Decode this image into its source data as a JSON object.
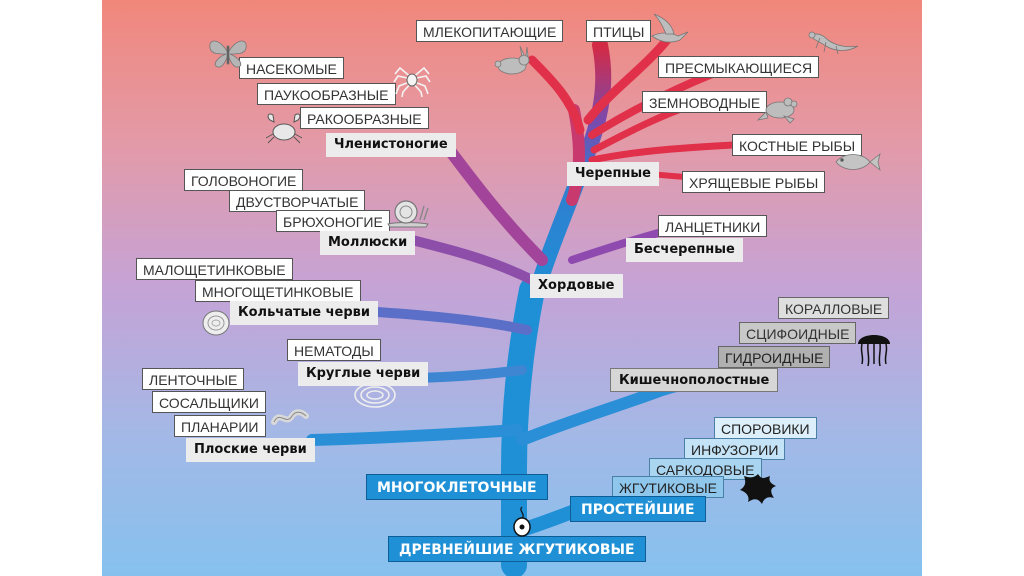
{
  "colors": {
    "bg_top": "#f1877b",
    "bg_bottom": "#86c1ee",
    "trunk_blue": "#1f8fd6",
    "branch_red": "#e8283e",
    "branch_purple": "#9b4aa6",
    "label_bg": "#ffffff"
  },
  "vertebrates": {
    "mammals": "МЛЕКОПИТАЮЩИЕ",
    "birds": "ПТИЦЫ",
    "reptiles": "ПРЕСМЫКАЮЩИЕСЯ",
    "amphibians": "ЗЕМНОВОДНЫЕ",
    "bony_fish": "КОСТНЫЕ РЫБЫ",
    "cartilaginous_fish": "ХРЯЩЕВЫЕ РЫБЫ",
    "group": "Черепные"
  },
  "acrania": {
    "lancelets": "ЛАНЦЕТНИКИ",
    "group": "Бесчерепные"
  },
  "chordates": {
    "group": "Хордовые"
  },
  "arthropods": {
    "insects": "НАСЕКОМЫЕ",
    "arachnids": "ПАУКООБРАЗНЫЕ",
    "crustaceans": "РАКООБРАЗНЫЕ",
    "group": "Членистоногие"
  },
  "molluscs": {
    "cephalopods": "ГОЛОВОНОГИЕ",
    "bivalves": "ДВУСТВОРЧАТЫЕ",
    "gastropods": "БРЮХОНОГИЕ",
    "group": "Моллюски"
  },
  "annelids": {
    "oligochaetes": "МАЛОЩЕТИНКОВЫЕ",
    "polychaetes": "МНОГОЩЕТИНКОВЫЕ",
    "group": "Кольчатые черви"
  },
  "roundworms": {
    "nematodes": "НЕМАТОДЫ",
    "group": "Круглые черви"
  },
  "flatworms": {
    "tapeworms": "ЛЕНТОЧНЫЕ",
    "flukes": "СОСАЛЬЩИКИ",
    "planarians": "ПЛАНАРИИ",
    "group": "Плоские черви"
  },
  "coelenterates": {
    "corals": "КОРАЛЛОВЫЕ",
    "scyphozoa": "СЦИФОИДНЫЕ",
    "hydrozoa": "ГИДРОИДНЫЕ",
    "group": "Кишечнополостные"
  },
  "protozoa": {
    "sporozoa": "СПОРОВИКИ",
    "ciliates": "ИНФУЗОРИИ",
    "sarcodina": "САРКОДОВЫЕ",
    "flagellates": "ЖГУТИКОВЫЕ",
    "group": "ПРОСТЕЙШИЕ"
  },
  "base": {
    "multicellular": "МНОГОКЛЕТОЧНЫЕ",
    "ancient_flagellates": "ДРЕВНЕЙШИЕ ЖГУТИКОВЫЕ"
  },
  "icons": [
    "butterfly-icon",
    "spider-icon",
    "crab-icon",
    "snail-icon",
    "ammonite-icon",
    "worm-icon",
    "nematode-icon",
    "bird-icon",
    "rabbit-icon",
    "lizard-icon",
    "frog-icon",
    "fish-icon",
    "jellyfish-icon",
    "amoeba-icon",
    "flagellate-icon"
  ]
}
